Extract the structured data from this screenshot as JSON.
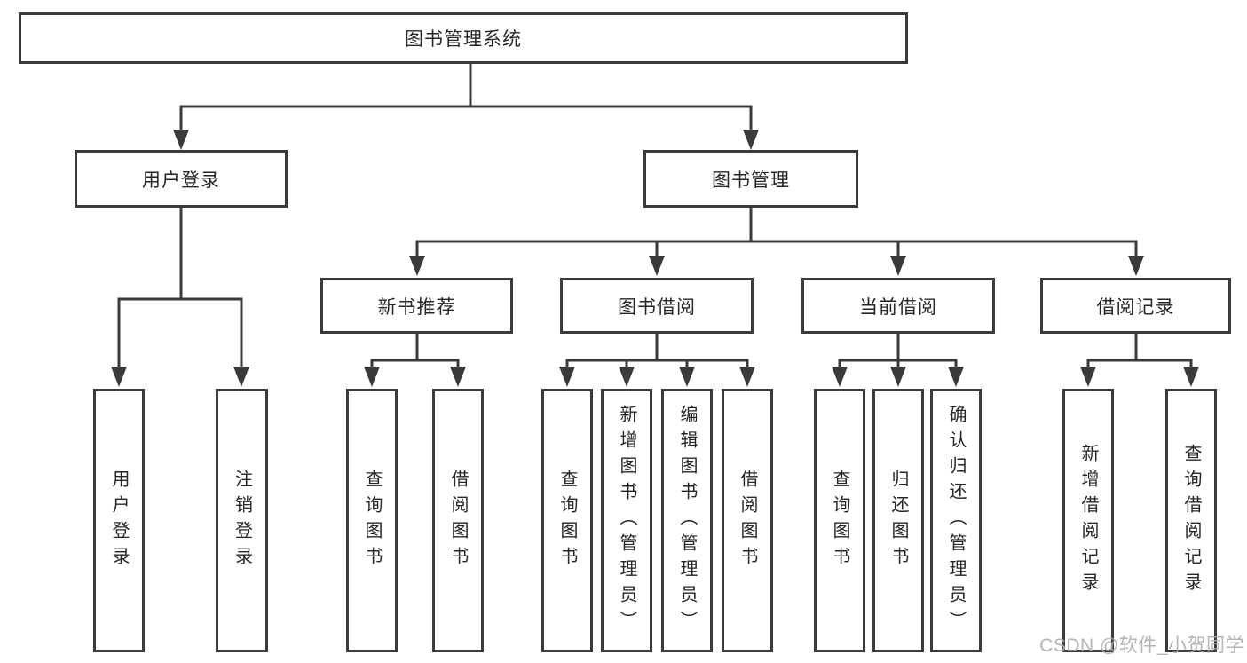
{
  "diagram": {
    "root": {
      "label": "图书管理系统"
    },
    "branches": [
      {
        "label": "用户登录",
        "children": [
          "用户登录",
          "注销登录"
        ]
      },
      {
        "label": "图书管理",
        "groups": [
          {
            "label": "新书推荐",
            "children": [
              "查询图书",
              "借阅图书"
            ]
          },
          {
            "label": "图书借阅",
            "children": [
              "查询图书",
              "新增图书（管理员）",
              "编辑图书（管理员）",
              "借阅图书"
            ]
          },
          {
            "label": "当前借阅",
            "children": [
              "查询图书",
              "归还图书",
              "确认归还（管理员）"
            ]
          },
          {
            "label": "借阅记录",
            "children": [
              "新增借阅记录",
              "查询借阅记录"
            ]
          }
        ]
      }
    ]
  },
  "watermark": {
    "text": "CSDN @软件_小贺同学"
  },
  "colors": {
    "line": "#3a3a3a",
    "text": "#262626",
    "watermark": "#adadad",
    "background": "#ffffff"
  }
}
